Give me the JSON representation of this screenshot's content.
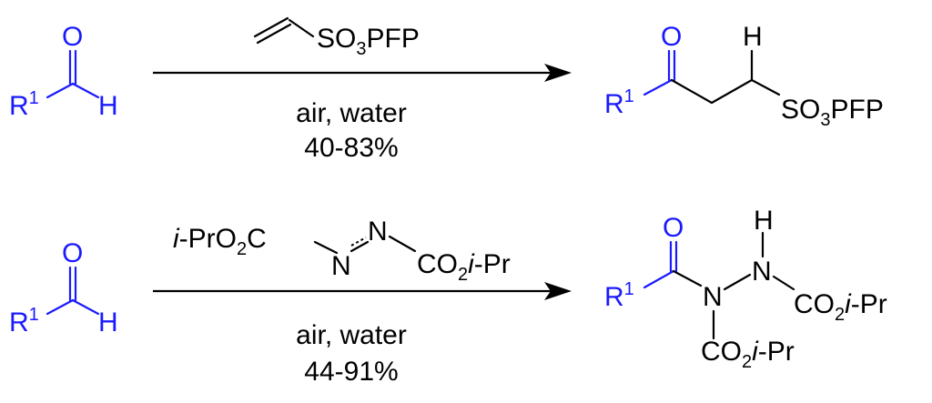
{
  "reactions": [
    {
      "substrate": {
        "R": "R",
        "R_sup": "1",
        "O": "O",
        "H": "H"
      },
      "reagent": {
        "prefix": "SO",
        "sub": "3",
        "suffix": "PFP"
      },
      "conditions": "air, water",
      "yield": "40-83%",
      "product": {
        "R": "R",
        "R_sup": "1",
        "O": "O",
        "H": "H",
        "group_prefix": "SO",
        "group_sub": "3",
        "group_suffix": "PFP"
      }
    },
    {
      "substrate": {
        "R": "R",
        "R_sup": "1",
        "O": "O",
        "H": "H"
      },
      "reagent": {
        "left_italic": "i",
        "left_rest": "-PrO",
        "left_sub": "2",
        "left_c": "C",
        "n1": "N",
        "n2": "N",
        "right_co": "CO",
        "right_sub": "2",
        "right_italic": "i",
        "right_rest": "-Pr"
      },
      "conditions": "air, water",
      "yield": "44-91%",
      "product": {
        "R": "R",
        "R_sup": "1",
        "O": "O",
        "N1": "N",
        "N2": "N",
        "H": "H",
        "co_prefix": "CO",
        "co_sub": "2",
        "co_italic": "i",
        "co_suffix": "-Pr"
      }
    }
  ]
}
